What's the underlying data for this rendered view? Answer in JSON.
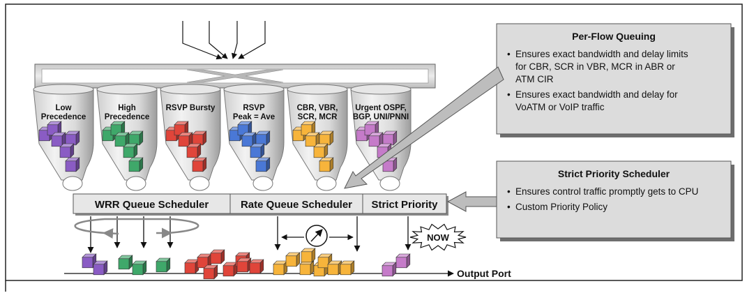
{
  "queues": [
    {
      "label": [
        "Low",
        "Precedence"
      ],
      "color": "#8a5cc4"
    },
    {
      "label": [
        "High",
        "Precedence"
      ],
      "color": "#3fa86a"
    },
    {
      "label": [
        "RSVP Bursty"
      ],
      "color": "#e0453a"
    },
    {
      "label": [
        "RSVP",
        "Peak = Ave"
      ],
      "color": "#4a78d6"
    },
    {
      "label": [
        "CBR, VBR,",
        "SCR, MCR"
      ],
      "color": "#f7b43b"
    },
    {
      "label": [
        "Urgent OSPF,",
        "BGP, UNI/PNNI"
      ],
      "color": "#c57bc9"
    }
  ],
  "schedulers": {
    "wrr": "WRR Queue Scheduler",
    "rate": "Rate Queue Scheduler",
    "strict": "Strict Priority"
  },
  "per_flow_box": {
    "title": "Per-Flow Queuing",
    "bullets": [
      [
        "Ensures exact bandwidth and delay limits",
        "for CBR, SCR in VBR, MCR in ABR or",
        "ATM CIR"
      ],
      [
        "Ensures exact bandwidth and delay for",
        "VoATM or VoIP traffic"
      ]
    ]
  },
  "strict_box": {
    "title": "Strict Priority Scheduler",
    "bullets": [
      [
        "Ensures control traffic promptly gets to CPU"
      ],
      [
        "Custom Priority Policy"
      ]
    ]
  },
  "now_label": "NOW",
  "output_label": "Output Port"
}
